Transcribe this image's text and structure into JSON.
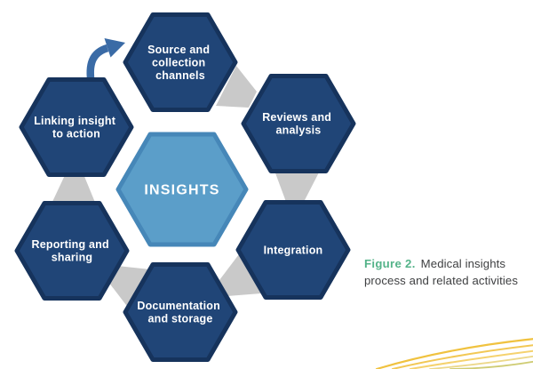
{
  "figure": {
    "caption": {
      "figure_label": "Figure 2.",
      "line1": "Medical insights",
      "line2": "process and related activities"
    }
  },
  "diagram": {
    "center": {
      "label": "INSIGHTS"
    },
    "hexagons": [
      {
        "id": "source-and-collection-channels",
        "lines": [
          "Source and",
          "collection",
          "channels"
        ]
      },
      {
        "id": "reviews-and-analysis",
        "lines": [
          "Reviews and",
          "analysis"
        ]
      },
      {
        "id": "integration",
        "lines": [
          "Integration"
        ]
      },
      {
        "id": "documentation-and-storage",
        "lines": [
          "Documentation",
          "and storage"
        ]
      },
      {
        "id": "reporting-and-sharing",
        "lines": [
          "Reporting and",
          "sharing"
        ]
      },
      {
        "id": "linking-insight-to-action",
        "lines": [
          "Linking insight",
          "to action"
        ]
      }
    ]
  },
  "colors": {
    "hexagon_fill": "#204577",
    "hexagon_border": "#16335c",
    "center_fill": "#5b9ec9",
    "center_border": "#4687b8",
    "connector_gray": "#c9c9c9",
    "arrow_blue": "#3a6ba6",
    "label_text": "#ffffff",
    "figure_label_green": "#54b389",
    "caption_text": "#3f4042",
    "decor_golds": [
      "#f0c23f",
      "#f2c855",
      "#f5d26e",
      "#ecd88a",
      "#cfcc74"
    ]
  }
}
